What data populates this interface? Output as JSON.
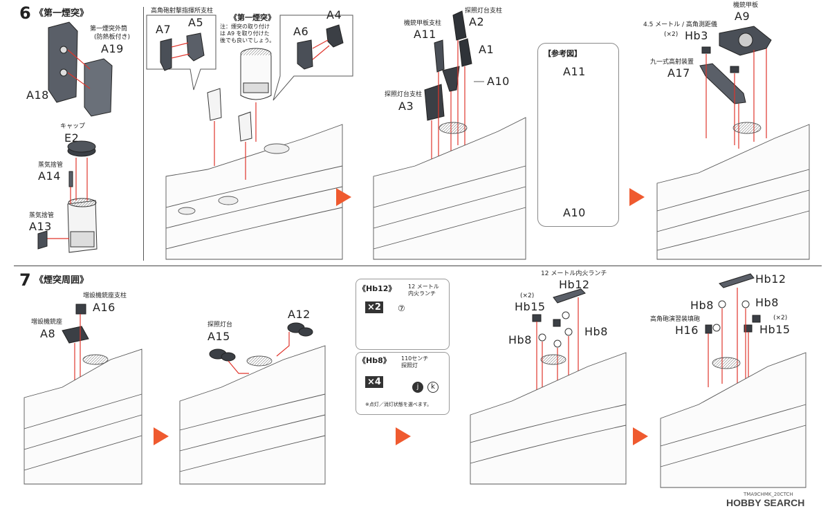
{
  "step6": {
    "number": "6",
    "title": "《第一煙突》",
    "funnel_outer": "第一煙突外筒",
    "funnel_outer_sub": "(防熱板付き)",
    "a19": "A19",
    "a18": "A18",
    "cap": "キャップ",
    "e2": "E2",
    "steam_pipe": "蒸気捨管",
    "a14": "A14",
    "a13": "A13",
    "hadir_support": "高角砲射撃指揮所支柱",
    "a7": "A7",
    "a5": "A5",
    "funnel_note_title": "《第一煙突》",
    "funnel_note": "注：煙突の取り付け\nは A9 を取り付けた\n後でも良いでしょう。",
    "a6": "A6",
    "a4": "A4",
    "mg_platform_support": "機銃甲板支柱",
    "a11": "A11",
    "search_support": "探照灯台支柱",
    "a2": "A2",
    "a1": "A1",
    "a10": "A10",
    "search_support2": "探照灯台支柱",
    "a3": "A3",
    "ref_title": "【参考図】",
    "ref_a11": "A11",
    "ref_a10": "A10",
    "mg_deck": "機銃甲板",
    "a9": "A9",
    "rangefinder": "4.5 メートル / 高角測距儀",
    "x2": "(×2)",
    "hb3": "Hb3",
    "type91": "九一式高射装置",
    "a17": "A17"
  },
  "step7": {
    "number": "7",
    "title": "《煙突周囲》",
    "mg_add_support": "増設機銃座支柱",
    "a16": "A16",
    "mg_add": "増設機銃座",
    "a8": "A8",
    "search_platform": "探照灯台",
    "a15": "A15",
    "a12": "A12",
    "hb12_title": "《Hb12》",
    "hb12_desc": "12 メートル\n内火ランチ",
    "hb12_mult": "×2",
    "hb12_num": "⑦",
    "hb8_title": "《Hb8》",
    "hb8_desc": "110センチ\n探照灯",
    "hb8_mult": "×4",
    "hb8_opt_j": "j",
    "hb8_opt_k": "k",
    "hb8_note": "※点灯／消灯状態を選べます。",
    "launch_label": "12 メートル内火ランチ",
    "hb12": "Hb12",
    "x2": "(×2)",
    "hb15": "Hb15",
    "hb8_left": "Hb8",
    "hb8_right": "Hb8",
    "hb12_r": "Hb12",
    "hb8_r1": "Hb8",
    "hb8_r2": "Hb8",
    "ha_director": "高角砲演習装填砲",
    "h16": "H16",
    "x2_r": "(×2)",
    "hb15_r": "Hb15"
  },
  "footer": {
    "code": "TMA9CHMK_20CTCH",
    "logo": "HOBBY SEARCH"
  },
  "colors": {
    "accent_arrow": "#ef5a2f",
    "guide_line": "#e0342b",
    "part_dark": "#4a4f57",
    "ref_highlight": "#e8604a"
  }
}
